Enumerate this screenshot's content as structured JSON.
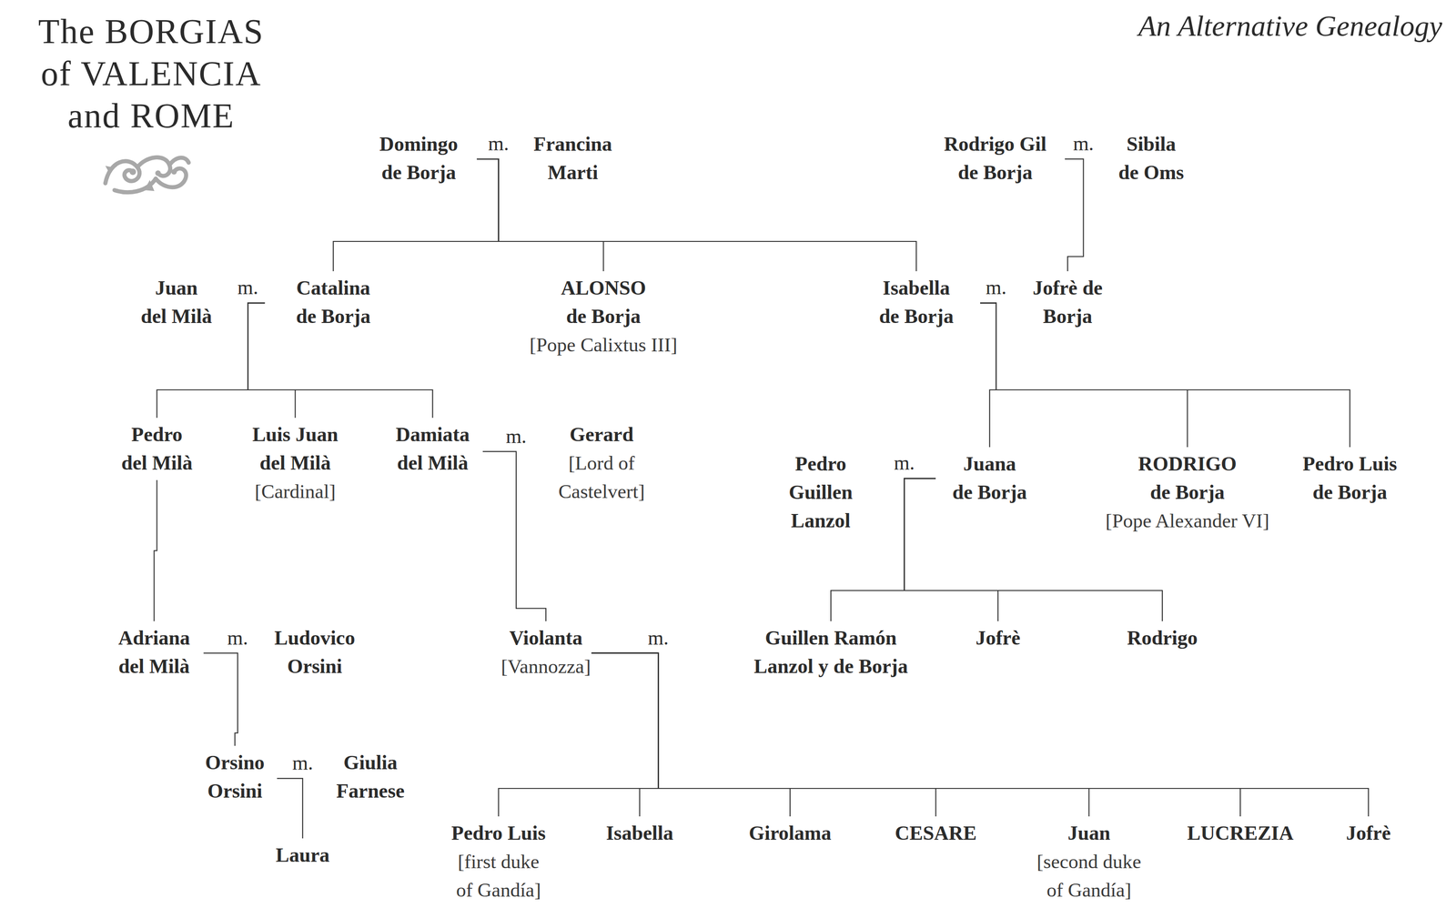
{
  "diagram": {
    "title": "The BORGIAS of VALENCIA and ROME",
    "nodes": [
      {
        "text": [
          "Domingo de Borja"
        ]
      },
      {
        "text": [
          "Francina Marti"
        ]
      },
      {
        "text": [
          "Rodrigo Gil de Borja"
        ]
      },
      {
        "text": [
          "Sibila de Oms"
        ]
      },
      {
        "text": [
          "Juan del Milà"
        ]
      },
      {
        "text": [
          "Catalina de Borja"
        ]
      },
      {
        "text": [
          "ALONSO de Borja",
          "[Pope Calixtus III]"
        ]
      },
      {
        "text": [
          "Isabella de Borja"
        ]
      },
      {
        "text": [
          "Jofrè de Borja"
        ]
      },
      {
        "text": [
          "Pedro del Milà"
        ]
      },
      {
        "text": [
          "Luis Juan del Milà",
          "[Cardinal]"
        ]
      },
      {
        "text": [
          "Damiata del Milà"
        ]
      },
      {
        "text": [
          "Gerard",
          "[Lord of Castelvert]"
        ]
      },
      {
        "text": [
          "Pedro Guillen Lanzol"
        ]
      },
      {
        "text": [
          "Juana de Borja"
        ]
      },
      {
        "text": [
          "RODRIGO de Borja",
          "[Pope Alexander VI]"
        ]
      },
      {
        "text": [
          "Pedro Luis de Borja"
        ]
      },
      {
        "text": [
          "Adriana del Milà"
        ]
      },
      {
        "text": [
          "Ludovico Orsini"
        ]
      },
      {
        "text": [
          "Violanta",
          "[Vannozza]"
        ]
      },
      {
        "text": [
          "Guillen Ramón Lanzol y de Borja"
        ]
      },
      {
        "text": [
          "Jofrè"
        ]
      },
      {
        "text": [
          "Rodrigo"
        ]
      },
      {
        "text": [
          "Orsino Orsini"
        ]
      },
      {
        "text": [
          "Giulia Farnese"
        ]
      },
      {
        "text": [
          "Laura"
        ]
      },
      {
        "text": [
          "Pedro Luis",
          "[first duke of Gandía]"
        ]
      },
      {
        "text": [
          "Isabella"
        ]
      },
      {
        "text": [
          "Girolama"
        ]
      },
      {
        "text": [
          "CESARE"
        ]
      },
      {
        "text": [
          "Juan",
          "[second duke of Gandía]"
        ]
      },
      {
        "text": [
          "LUCREZIA"
        ]
      },
      {
        "text": [
          "Jofrè"
        ]
      }
    ],
    "edges": [
      {
        "from": 0,
        "to": 5,
        "arrow": "none"
      },
      {
        "from": 0,
        "to": 6,
        "arrow": "none"
      },
      {
        "from": 0,
        "to": 7,
        "arrow": "none"
      },
      {
        "from": 2,
        "to": 8,
        "arrow": "none"
      },
      {
        "from": 5,
        "to": 9,
        "arrow": "none"
      },
      {
        "from": 5,
        "to": 10,
        "arrow": "none"
      },
      {
        "from": 5,
        "to": 11,
        "arrow": "none"
      },
      {
        "from": 7,
        "to": 14,
        "arrow": "none"
      },
      {
        "from": 7,
        "to": 15,
        "arrow": "none"
      },
      {
        "from": 7,
        "to": 16,
        "arrow": "none"
      },
      {
        "from": 9,
        "to": 17,
        "arrow": "none"
      },
      {
        "from": 11,
        "to": 19,
        "arrow": "none"
      },
      {
        "from": 14,
        "to": 20,
        "arrow": "none"
      },
      {
        "from": 14,
        "to": 21,
        "arrow": "none"
      },
      {
        "from": 14,
        "to": 22,
        "arrow": "none"
      },
      {
        "from": 17,
        "to": 23,
        "arrow": "none"
      },
      {
        "from": 19,
        "to": 26,
        "arrow": "none"
      },
      {
        "from": 19,
        "to": 27,
        "arrow": "none"
      },
      {
        "from": 19,
        "to": 28,
        "arrow": "none"
      },
      {
        "from": 19,
        "to": 29,
        "arrow": "none"
      },
      {
        "from": 19,
        "to": 30,
        "arrow": "none"
      },
      {
        "from": 19,
        "to": 31,
        "arrow": "none"
      },
      {
        "from": 19,
        "to": 32,
        "arrow": "none"
      },
      {
        "from": 23,
        "to": 25,
        "arrow": "none"
      }
    ],
    "labels": [
      "An Alternative Genealogy",
      "m.",
      "m.",
      "m.",
      "m.",
      "m.",
      "m.",
      "m.",
      "m.",
      "m."
    ]
  }
}
